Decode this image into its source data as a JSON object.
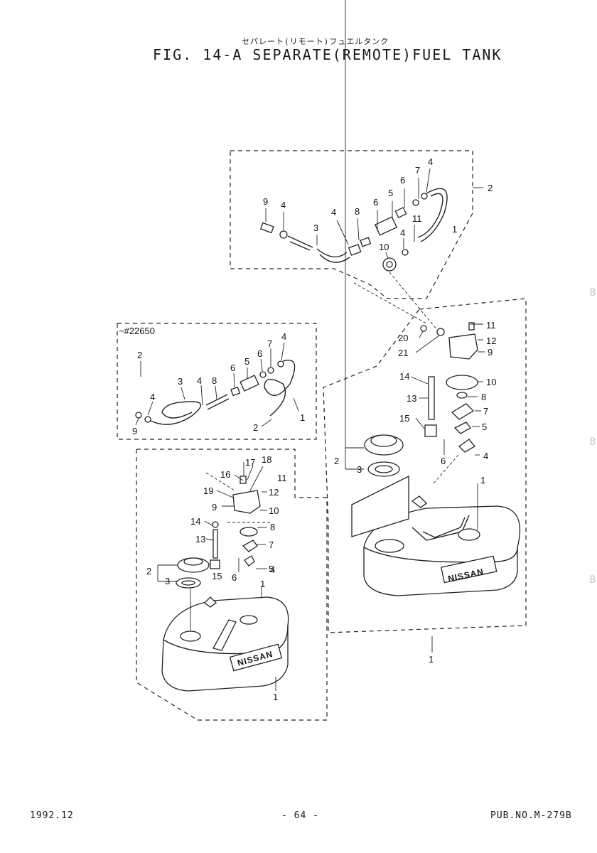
{
  "header": {
    "title_jp": "セパレート(リモート)フュエルタンク",
    "title": "FIG. 14-A SEPARATE(REMOTE)FUEL TANK"
  },
  "serial_label": "~#22650",
  "brand": "NISSAN",
  "callouts": {
    "hose_top": [
      "9",
      "4",
      "3",
      "4",
      "8",
      "6",
      "5",
      "6",
      "7",
      "4",
      "2",
      "11",
      "4",
      "10",
      "1"
    ],
    "tank_right": [
      "11",
      "12",
      "20",
      "21",
      "9",
      "14",
      "10",
      "13",
      "8",
      "15",
      "7",
      "5",
      "2",
      "3",
      "4",
      "6",
      "1",
      "1"
    ],
    "hose_left": [
      "2",
      "3",
      "4",
      "8",
      "6",
      "5",
      "6",
      "7",
      "4",
      "4",
      "9",
      "1",
      "2"
    ],
    "tank_left": [
      "16",
      "17",
      "18",
      "11",
      "19",
      "12",
      "9",
      "10",
      "14",
      "8",
      "13",
      "7",
      "5",
      "2",
      "15",
      "4",
      "3",
      "6",
      "1",
      "1"
    ]
  },
  "footer": {
    "date": "1992.12",
    "page": "- 64 -",
    "pub": "PUB.NO.M-279B"
  },
  "edge_marks": [
    "B",
    "B",
    "B"
  ]
}
